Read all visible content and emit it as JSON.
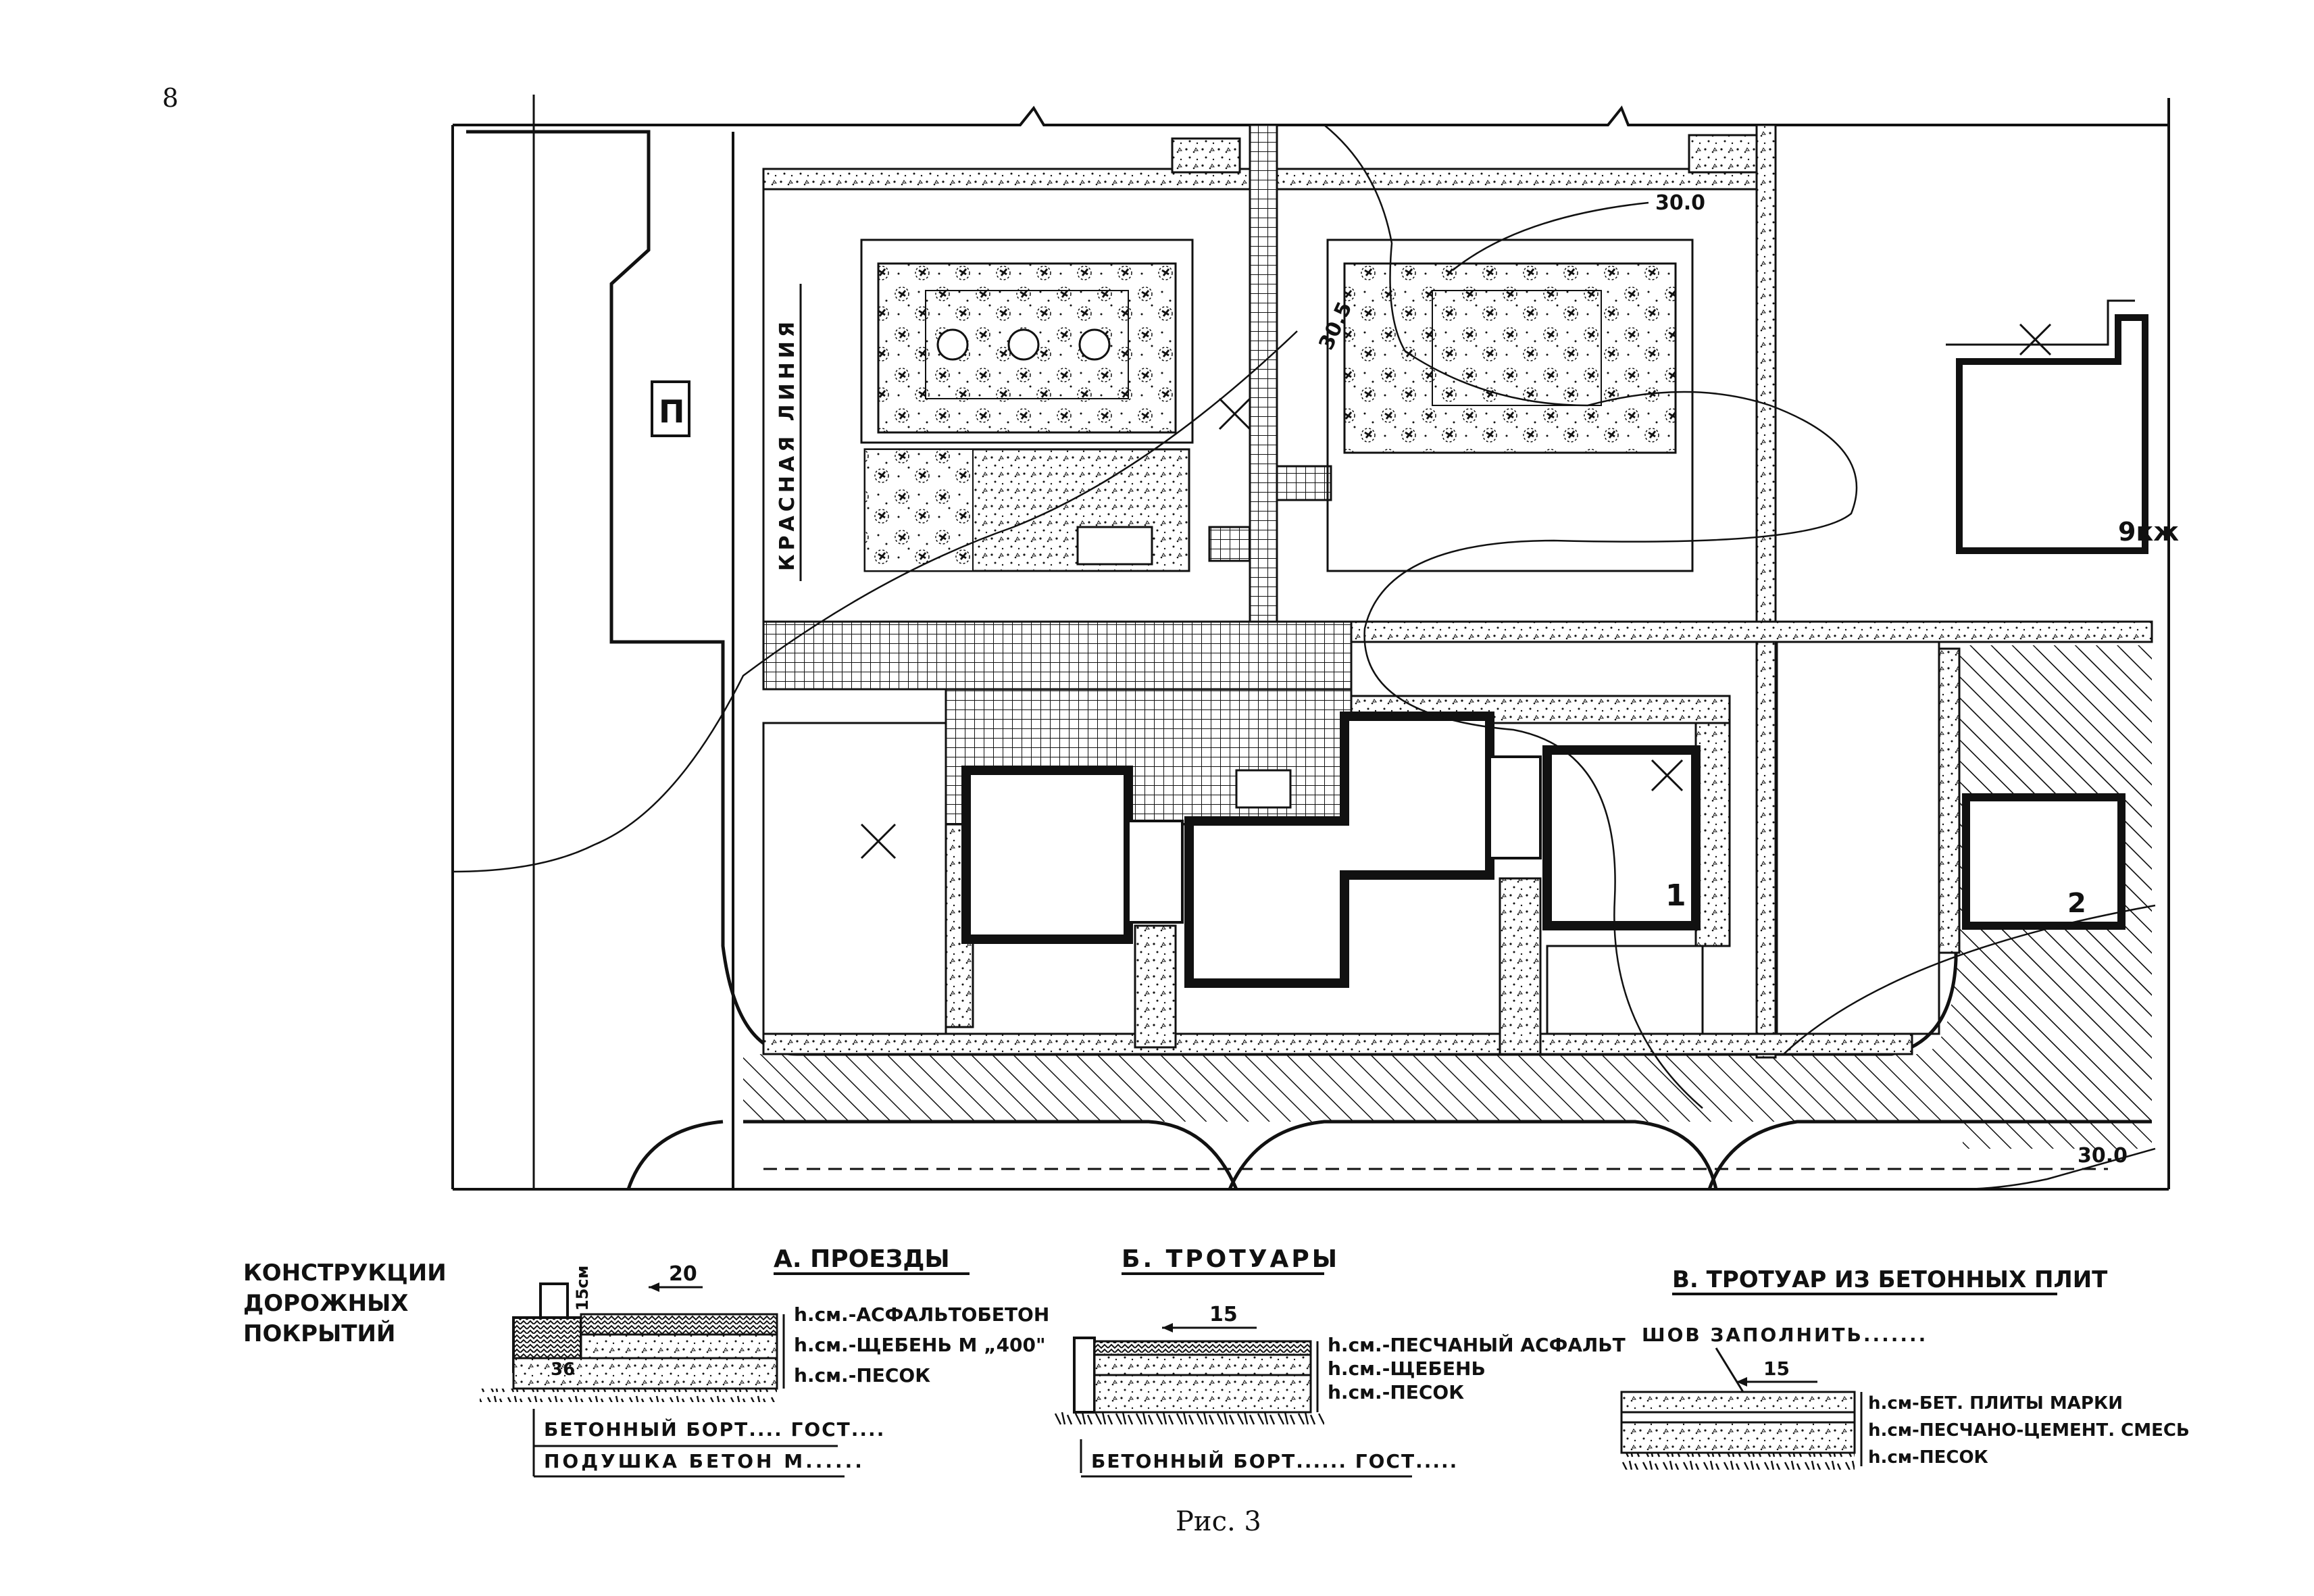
{
  "page_number": "8",
  "plan": {
    "red_line_label": "КРАСНАЯ ЛИНИЯ",
    "contour_labels": [
      "30.0",
      "30.5",
      "30.0"
    ],
    "building_labels": [
      "1",
      "2",
      "9кж"
    ],
    "bus_stop_symbol": "П"
  },
  "legend": {
    "title_lines": [
      "КОНСТРУКЦИИ",
      "ДОРОЖНЫХ",
      "ПОКРЫТИЙ"
    ],
    "section_a": {
      "title": "А. ПРОЕЗДЫ",
      "dims": [
        "15см",
        "20",
        "36"
      ],
      "layers": [
        "h.см.-АСФАЛЬТОБЕТОН",
        "h.см.-ЩЕБЕНЬ М „400\"",
        "h.см.-ПЕСОК"
      ],
      "notes": [
        "БЕТОННЫЙ БОРТ.... ГОСТ....",
        "ПОДУШКА БЕТОН М......"
      ]
    },
    "section_b": {
      "title": "Б. ТРОТУАРЫ",
      "dims": [
        "15"
      ],
      "layers": [
        "h.см.-ПЕСЧАНЫЙ АСФАЛЬТ",
        "h.см.-ЩЕБЕНЬ",
        "h.см.-ПЕСОК"
      ],
      "notes": [
        "БЕТОННЫЙ БОРТ...... ГОСТ....."
      ]
    },
    "section_c": {
      "title": "В. ТРОТУАР ИЗ БЕТОННЫХ ПЛИТ",
      "dims": [
        "15"
      ],
      "seam_note": "ШОВ ЗАПОЛНИТЬ.......",
      "layers": [
        "h.см-БЕТ. ПЛИТЫ МАРКИ",
        "h.см-ПЕСЧАНО-ЦЕМЕНТ. СМЕСЬ",
        "h.см-ПЕСОК"
      ]
    }
  },
  "caption": "Рис. 3"
}
